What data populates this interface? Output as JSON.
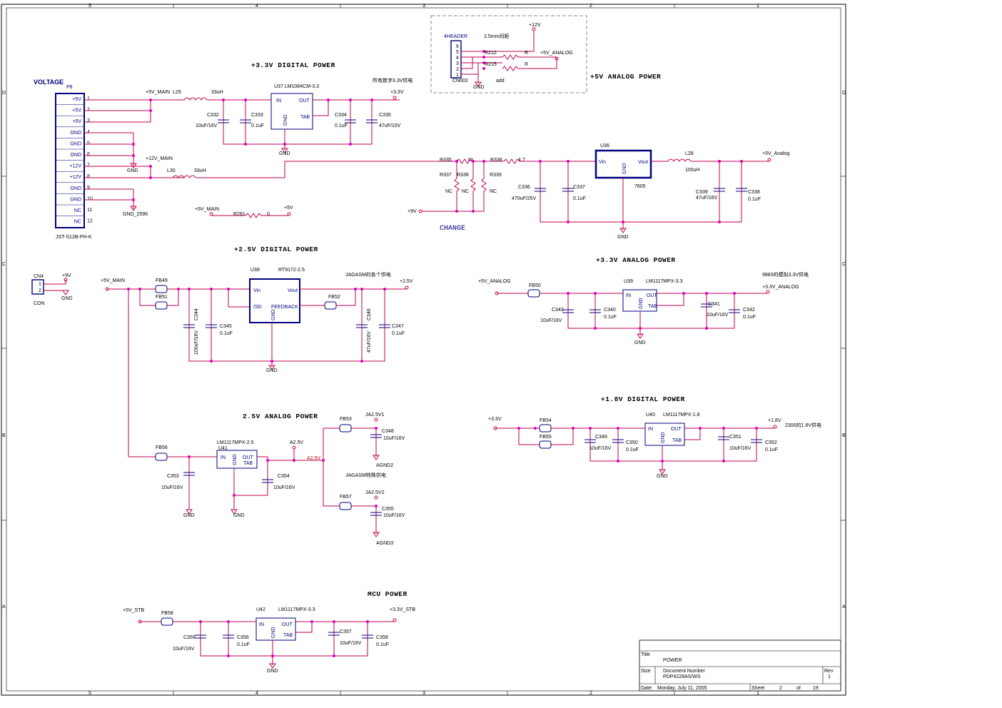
{
  "border": {
    "cols_top": [
      "5",
      "4",
      "3",
      "2",
      "1"
    ],
    "cols_bottom": [
      "5",
      "4",
      "3",
      "2",
      "1"
    ],
    "rows": [
      "D",
      "C",
      "B",
      "A"
    ]
  },
  "headings": {
    "h33d": "+3.3V DIGITAL POWER",
    "h5a": "+5V ANALOG POWER",
    "h25d": "+2.5V DIGITAL POWER",
    "h33a": "+3.3V ANALOG POWER",
    "h18d": "+1.8V DIGITAL POWER",
    "h25a": "2.5V ANALOG POWER",
    "hmcu": "MCU POWER",
    "voltage": "VOLTAGE",
    "change": "CHANGE"
  },
  "connector_p8": {
    "ref": "P8",
    "part": "JST-S12B-PH-K",
    "pins": [
      {
        "num": "1",
        "label": "+5V"
      },
      {
        "num": "2",
        "label": "+5V"
      },
      {
        "num": "3",
        "label": "+5V"
      },
      {
        "num": "4",
        "label": "GND"
      },
      {
        "num": "5",
        "label": "GND"
      },
      {
        "num": "6",
        "label": "GND"
      },
      {
        "num": "7",
        "label": "+12V"
      },
      {
        "num": "8",
        "label": "+12V"
      },
      {
        "num": "9",
        "label": "GND"
      },
      {
        "num": "10",
        "label": "GND"
      },
      {
        "num": "11",
        "label": "NC"
      },
      {
        "num": "12",
        "label": "NC"
      }
    ]
  },
  "labels": {
    "v5main_1": "+5V_MAIN",
    "l29": "L29",
    "l29v": "33uH",
    "u37": "U37 LM1084CM-3.3",
    "in": "IN",
    "out": "OUT",
    "tab": "TAB",
    "gnd": "GND",
    "c332": "C332",
    "c332v": "10uF/16V",
    "c333": "C333",
    "c333v": "0.1uF",
    "c334": "C334",
    "c334v": "0.1uF",
    "c335": "C335",
    "c335v": "47uF/10V",
    "note_digital": "所有数字3.3V供电",
    "v33": "+3.3V",
    "gnd_a": "GND",
    "gnd_b": "GND",
    "gnd2596": "GND_2596",
    "v12main": "+12V_MAIN",
    "l30": "L30",
    "l30v": "33uH",
    "r335": "R335",
    "r335v": "10",
    "r336": "R336",
    "r336v": "4.7",
    "r337": "R337",
    "r338": "R338",
    "r339": "R339",
    "nc": "NC",
    "v9": "+9V",
    "u36": "U36",
    "vin": "Vin",
    "vout": "Vout",
    "p7805": "7805",
    "c336": "C336",
    "c336v": "470uF/25V",
    "c337": "C337",
    "c337v": "0.1uF",
    "l28": "L28",
    "l28v": "100uH",
    "v5analog": "+5V_Analog",
    "c339": "C339",
    "c339v": "47uF/16V",
    "c338": "C338",
    "c338v": "0.1uF",
    "v5main_2": "+5V_MAIN",
    "r281": "R281",
    "r281v": "0",
    "v5": "+5V",
    "hdr": "4HEADER",
    "hdr_note": "2.5mm间距",
    "v12": "+12V",
    "r212": "R212",
    "r215": "R215",
    "r": "R",
    "v5analog2": "+5V_ANALOG",
    "cn002": "CN002",
    "add": "add",
    "cn4": "CN4",
    "con": "CON",
    "v9b": "+9V",
    "v5main_3": "+5V_MAIN",
    "fb49": "FB49",
    "fb51": "FB51",
    "u38": "U38",
    "rt9172": "RT9172-2.5",
    "sd": "/SD",
    "feedback": "FEEDBACK",
    "fb52": "FB52",
    "v25": "+2.5V",
    "note_jaga": "JAGASM的各个供电",
    "c344": "C344",
    "c344v": "100uF/16V",
    "c345": "C345",
    "c345v": "0.1uF",
    "c346": "C346",
    "c346v": "47uF/16V",
    "c347": "C347",
    "c347v": "0.1uF",
    "v5analog3": "+5V_ANALOG",
    "fb50": "FB50",
    "u39": "U39",
    "lm1117_33": "LM1117MPX-3.3",
    "c343": "C343",
    "c343v": "10uF/16V",
    "c340": "C340",
    "c340v": "0.1uF",
    "c341": "C341",
    "c341v": "10uF/16V",
    "c342": "C342",
    "c342v": "0.1uF",
    "note_9883": "9883的模拟3.3V供电",
    "v33analog": "+3.3V_ANALOG",
    "v33b": "+3.3V",
    "fb54": "FB54",
    "fb55": "FB55",
    "u40": "U40",
    "lm1117_18": "LM1117MPX-1.8",
    "c349": "C349",
    "c349v": "10uF/16V",
    "c350": "C350",
    "c350v": "0.1uF",
    "c351": "C351",
    "c351v": "10uF/16V",
    "c352": "C352",
    "c352v": "0.1uF",
    "v18": "+1.8V",
    "note_2300": "2300的1.8V供电",
    "fb56": "FB56",
    "lm1117_25": "LM1117MPX-2.5",
    "u41": "U41",
    "a25v": "A2.5V",
    "a25vr": "A2.5V",
    "c353": "C353",
    "c353v": "10uF/16V",
    "c354": "C354",
    "c354v": "10uF/16V",
    "fb53": "FB53",
    "ja25v1": "JA2.5V1",
    "c348": "C348",
    "c348v": "10uF/16V",
    "agnd2": "AGND2",
    "note_jaga2": "JAGASM特殊供电",
    "fb57": "FB57",
    "ja25v2": "JA2.5V2",
    "c355": "C355",
    "c355v": "10uF/16V",
    "agnd3": "AGND3",
    "v5stb": "+5V_STB",
    "fb58": "FB58",
    "u42": "U42",
    "lm1117_33b": "LM1117MPX-3.3",
    "c359": "C359",
    "c359v": "10uF/16V",
    "c356": "C356",
    "c356v": "0.1uF",
    "c357": "C357",
    "c357v": "10uF/16V",
    "c358": "C358",
    "c358v": "0.1uF",
    "v33stb": "+3.3V_STB"
  },
  "title_block": {
    "title_lbl": "Title",
    "title": "POWER",
    "size_lbl": "Size",
    "docnum_lbl": "Document Number",
    "docnum": "PDP4228AS/WS",
    "rev_lbl": "Rev",
    "rev": "1",
    "date_lbl": "Date:",
    "date": "Monday, July 11, 2005",
    "sheet_lbl": "Sheet",
    "sheet": "2",
    "of_lbl": "of",
    "total": "19"
  }
}
